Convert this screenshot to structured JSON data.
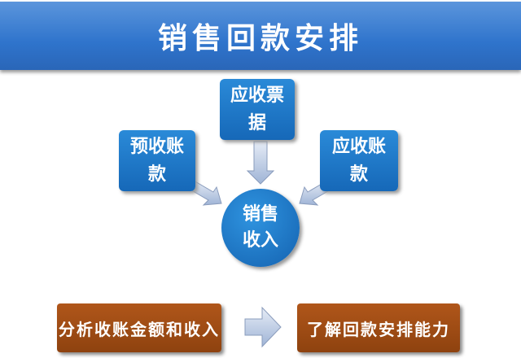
{
  "title": "销售回款安排",
  "nodes": {
    "top": "应收票据",
    "left": "预收账款",
    "right": "应收账款",
    "center": "销售收入"
  },
  "bottom": {
    "left": "分析收账金额和收入",
    "right": "了解回款安排能力"
  }
}
